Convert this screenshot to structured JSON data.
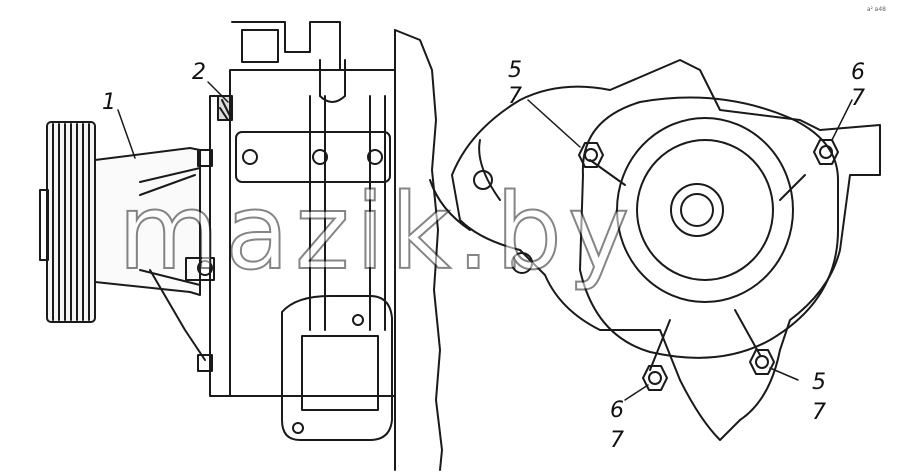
{
  "callouts": {
    "c1": "1",
    "c2": "2",
    "c5a": "5",
    "c7a": "7",
    "c6a": "6",
    "c7b": "7",
    "c5b": "5",
    "c7c": "7",
    "c6b": "6",
    "c7d": "7"
  },
  "watermark": "mazik.by",
  "corner_mark": "а² в48",
  "colors": {
    "line": "#1a1a1a",
    "background": "#ffffff"
  }
}
